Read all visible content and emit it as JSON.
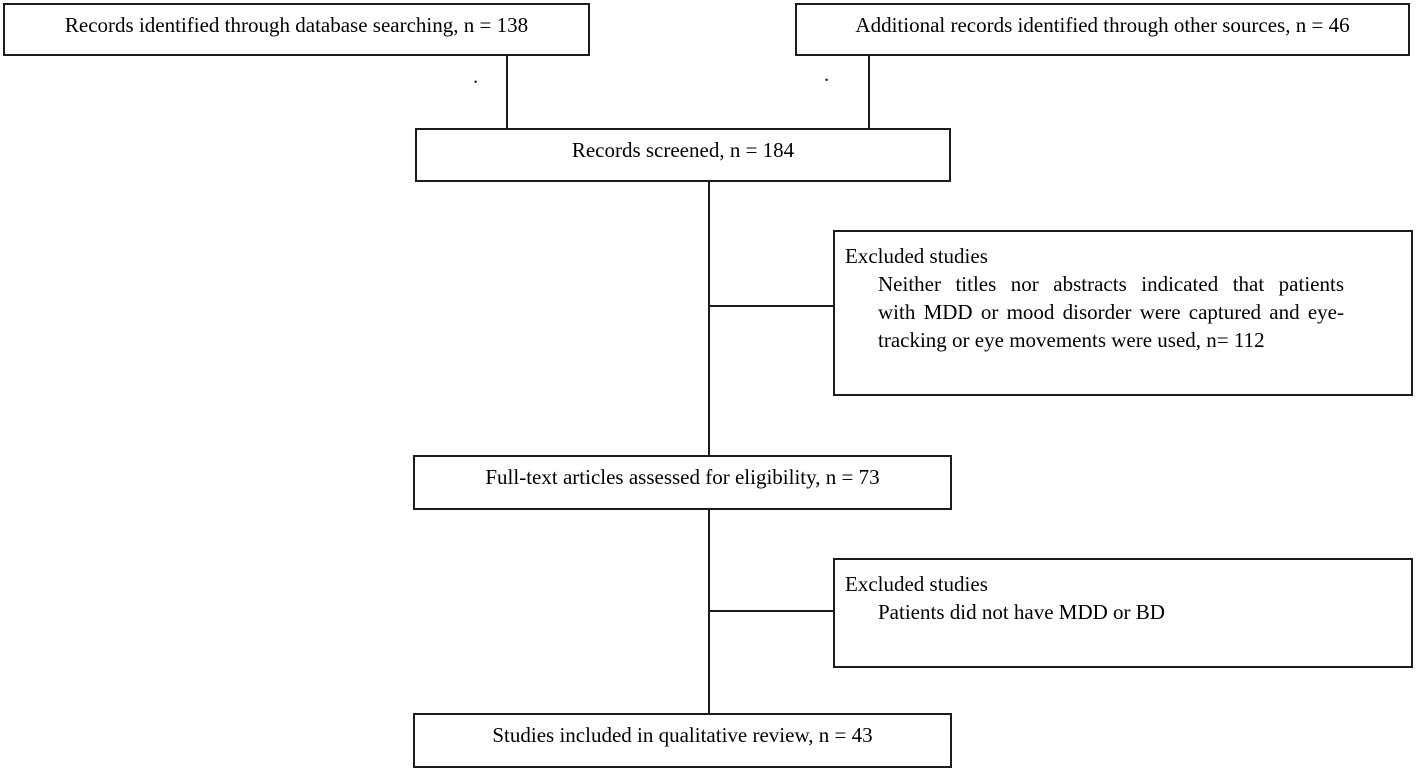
{
  "colors": {
    "line": "#1d1d1d",
    "text": "#000000",
    "background": "#ffffff"
  },
  "boxes": {
    "identified_db": {
      "text": "Records identified through database searching, n = 138"
    },
    "identified_other": {
      "text": "Additional records identified through other sources, n = 46"
    },
    "screened": {
      "text": "Records screened, n = 184"
    },
    "excluded_screening": {
      "title": "Excluded studies",
      "lines": [
        "Neither titles nor abstracts indicated that patients",
        "with MDD or mood disorder were captured and eye-",
        "tracking or eye movements were used, n= 112"
      ]
    },
    "fulltext": {
      "text": "Full-text articles assessed for eligibility, n = 73"
    },
    "excluded_fulltext": {
      "title": "Excluded studies",
      "lines": [
        "Patients did not have MDD or BD"
      ]
    },
    "included": {
      "text": "Studies included in qualitative review, n = 43"
    }
  },
  "marks": {
    "dot_left": ".",
    "dot_right": "."
  }
}
